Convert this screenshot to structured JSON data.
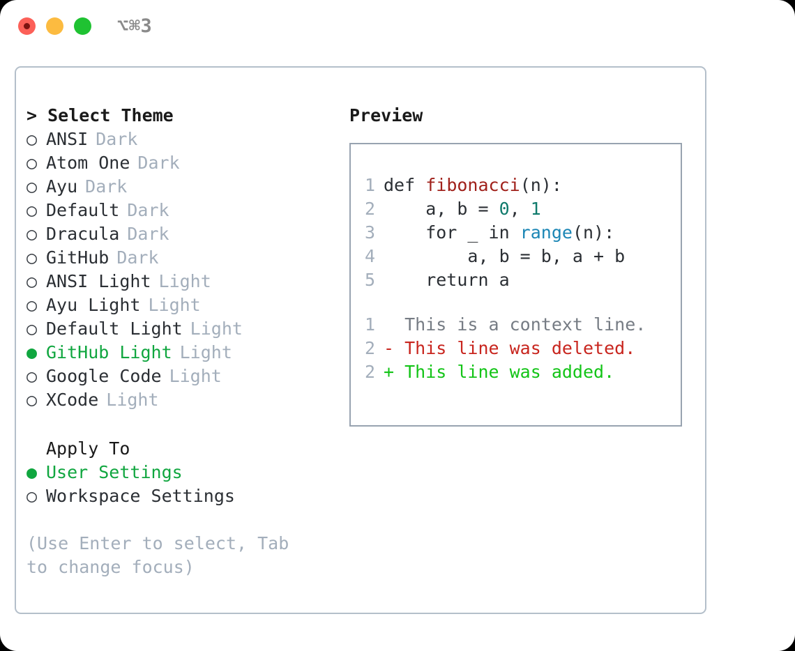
{
  "titlebar": {
    "shortcut": "⌥⌘3",
    "buttons": [
      "close",
      "minimize",
      "maximize"
    ]
  },
  "left": {
    "heading": "> Select Theme",
    "themes": [
      {
        "marker": "○",
        "label": "ANSI",
        "badge": "Dark",
        "selected": false
      },
      {
        "marker": "○",
        "label": "Atom One",
        "badge": "Dark",
        "selected": false
      },
      {
        "marker": "○",
        "label": "Ayu",
        "badge": "Dark",
        "selected": false
      },
      {
        "marker": "○",
        "label": "Default",
        "badge": "Dark",
        "selected": false
      },
      {
        "marker": "○",
        "label": "Dracula",
        "badge": "Dark",
        "selected": false
      },
      {
        "marker": "○",
        "label": "GitHub",
        "badge": "Dark",
        "selected": false
      },
      {
        "marker": "○",
        "label": "ANSI Light",
        "badge": "Light",
        "selected": false
      },
      {
        "marker": "○",
        "label": "Ayu Light",
        "badge": "Light",
        "selected": false
      },
      {
        "marker": "○",
        "label": "Default Light",
        "badge": "Light",
        "selected": false
      },
      {
        "marker": "●",
        "label": "GitHub Light",
        "badge": "Light",
        "selected": true
      },
      {
        "marker": "○",
        "label": "Google Code",
        "badge": "Light",
        "selected": false
      },
      {
        "marker": "○",
        "label": "XCode",
        "badge": "Light",
        "selected": false
      }
    ],
    "apply_to": {
      "heading": "Apply To",
      "options": [
        {
          "marker": "●",
          "label": "User Settings",
          "selected": true
        },
        {
          "marker": "○",
          "label": "Workspace Settings",
          "selected": false
        }
      ]
    },
    "help_text": "(Use Enter to select, Tab to change focus)"
  },
  "right": {
    "heading": "Preview",
    "code": {
      "lines": [
        {
          "no": "1",
          "parts": [
            {
              "t": "def ",
              "c": "plain"
            },
            {
              "t": "fibonacci",
              "c": "fn"
            },
            {
              "t": "(n):",
              "c": "plain"
            }
          ]
        },
        {
          "no": "2",
          "parts": [
            {
              "t": "    a, b = ",
              "c": "plain"
            },
            {
              "t": "0",
              "c": "num"
            },
            {
              "t": ", ",
              "c": "plain"
            },
            {
              "t": "1",
              "c": "num"
            }
          ]
        },
        {
          "no": "3",
          "parts": [
            {
              "t": "    for _ in ",
              "c": "plain"
            },
            {
              "t": "range",
              "c": "call"
            },
            {
              "t": "(n):",
              "c": "plain"
            }
          ]
        },
        {
          "no": "4",
          "parts": [
            {
              "t": "        a, b = b, a + b",
              "c": "plain"
            }
          ]
        },
        {
          "no": "5",
          "parts": [
            {
              "t": "    return a",
              "c": "plain"
            }
          ]
        }
      ]
    },
    "diff": {
      "lines": [
        {
          "no": "1",
          "sign": " ",
          "text": " This is a context line.",
          "kind": "ctx"
        },
        {
          "no": "2",
          "sign": "-",
          "text": " This line was deleted.",
          "kind": "del"
        },
        {
          "no": "2",
          "sign": "+",
          "text": " This line was added.",
          "kind": "add"
        }
      ]
    }
  },
  "colors": {
    "accent_green": "#10a63f",
    "diff_add": "#13c417",
    "diff_del": "#c8251e",
    "muted": "#a3aebb",
    "border": "#b4bfca"
  }
}
